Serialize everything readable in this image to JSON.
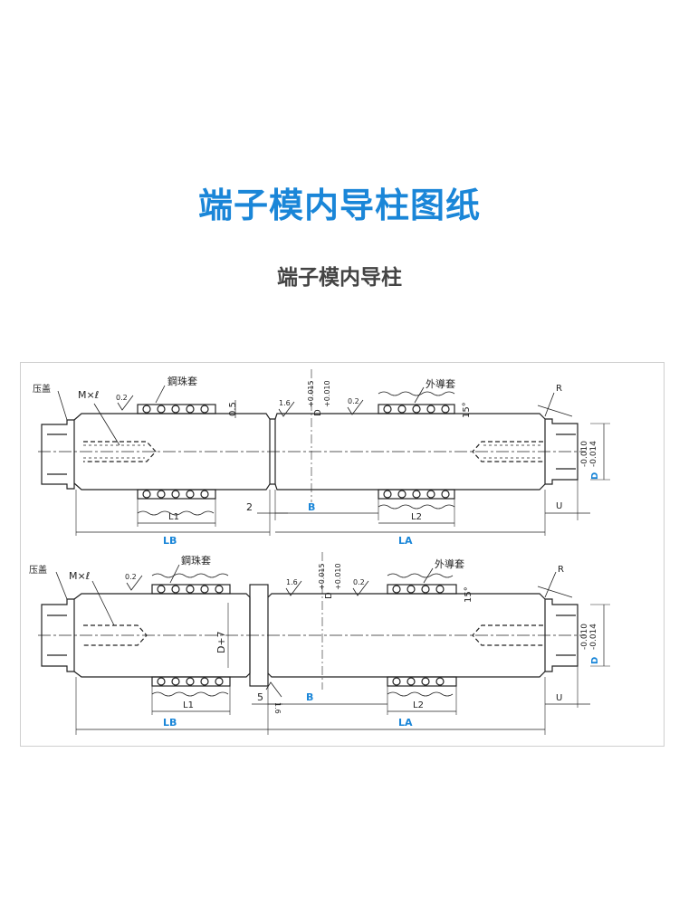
{
  "header": {
    "title": "端子模内导柱图纸",
    "subtitle": "端子模内导柱"
  },
  "drawing1": {
    "press_cover": "压盖",
    "thread": "M×ℓ",
    "roughness_a": "0.2",
    "ball_sleeve": "鋼珠套",
    "dim_05": "0.5",
    "roughness_b": "1.6",
    "tol_d": "D",
    "tol_plus": "+0.015",
    "tol_minus": "+0.010",
    "roughness_c": "0.2",
    "outer_sleeve": "外導套",
    "angle": "15°",
    "r": "R",
    "d_tol1": "-0.010",
    "d_tol2": "-0.014",
    "d_label": "D",
    "l1": "L1",
    "gap": "2",
    "b": "B",
    "l2": "L2",
    "u": "U",
    "lb": "LB",
    "la": "LA"
  },
  "drawing2": {
    "press_cover": "压盖",
    "thread": "M×ℓ",
    "roughness_a": "0.2",
    "ball_sleeve": "鋼珠套",
    "roughness_b": "1.6",
    "tol_d": "D",
    "tol_plus": "+0.015",
    "tol_minus": "+0.010",
    "roughness_c": "0.2",
    "outer_sleeve": "外導套",
    "angle": "15°",
    "r": "R",
    "d_tol1": "-0.010",
    "d_tol2": "-0.014",
    "d_label": "D",
    "flange": "D+7",
    "roughness_d": "1.6",
    "l1": "L1",
    "gap": "5",
    "b": "B",
    "l2": "L2",
    "u": "U",
    "lb": "LB",
    "la": "LA"
  },
  "colors": {
    "accent": "#1a86d8",
    "line": "#222222"
  }
}
